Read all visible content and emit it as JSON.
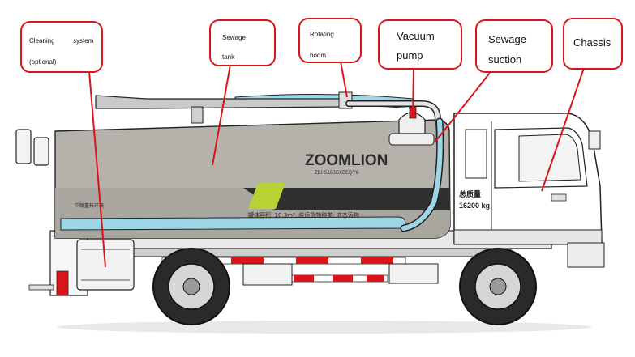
{
  "callouts": {
    "cleaning": {
      "line1_left": "Cleaning",
      "line1_right": "system",
      "line2": "(optional)"
    },
    "sewage_tank": {
      "line1": "Sewage",
      "line2": "tank"
    },
    "rotating_boom": {
      "line1": "Rotating",
      "line2": "boom"
    },
    "vacuum_pump": {
      "line1": "Vacuum",
      "line2": "pump"
    },
    "sewage_suction": {
      "line1": "Sewage",
      "line2": "suction"
    },
    "chassis": {
      "line1": "Chassis"
    }
  },
  "truck_text": {
    "brand": "ZOOMLION",
    "model": "ZBH5160GXEEQY6",
    "capacity": "罐体容积: 10.3m³, 装运货物种类: 液态污物",
    "weight_label": "总质量",
    "weight_value": "16200 kg",
    "company_mark": "中联重科环境"
  },
  "colors": {
    "callout_border": "#d9141b",
    "leader_line": "#d9141b",
    "tank_fill": "#b5b1ab",
    "tank_shadow": "#8f8b86",
    "pipe_blue": "#9fd6e6",
    "stripe_green": "#b6d235",
    "stripe_dark": "#3a3a3a",
    "outline": "#222222"
  }
}
